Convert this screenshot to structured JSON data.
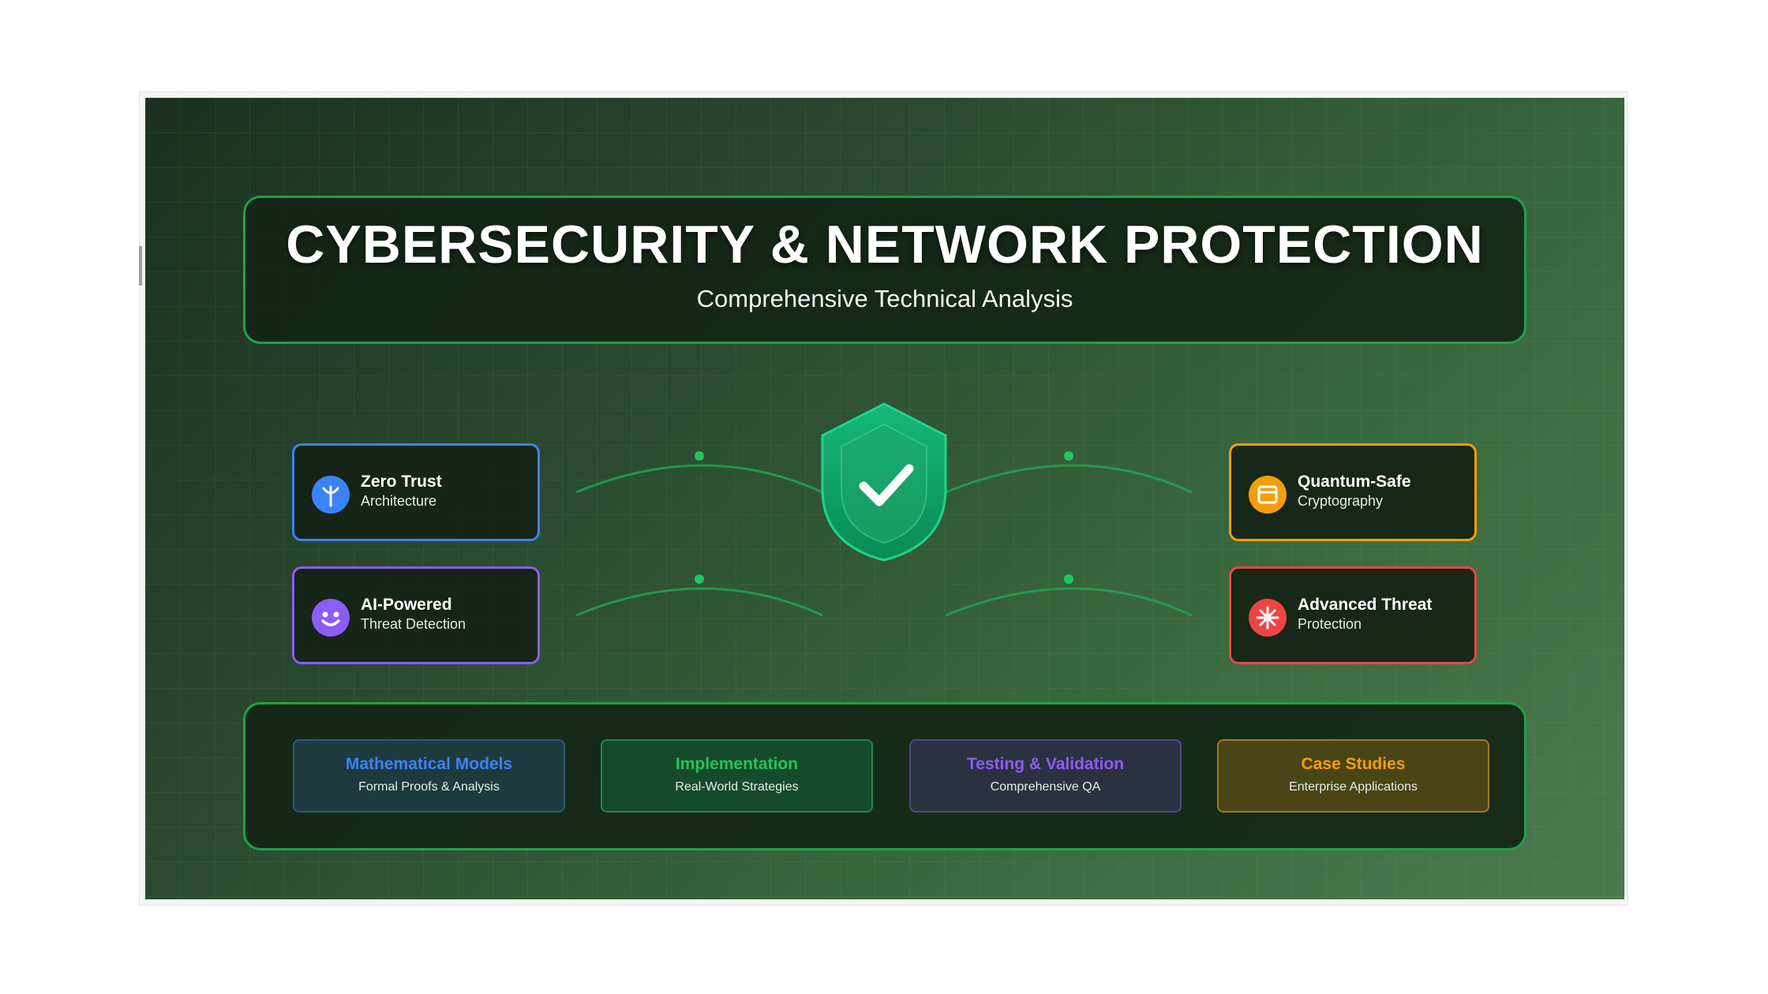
{
  "slide": {
    "title": "CYBERSECURITY & NETWORK PROTECTION",
    "subtitle": "Comprehensive Technical Analysis"
  },
  "center": {
    "icon": "shield-check-icon"
  },
  "features": [
    {
      "title": "Zero Trust",
      "subtitle": "Architecture",
      "icon": "antenna-icon",
      "color": "#3b82f6"
    },
    {
      "title": "AI-Powered",
      "subtitle": "Threat Detection",
      "icon": "smiley-icon",
      "color": "#8b5cf6"
    },
    {
      "title": "Quantum-Safe",
      "subtitle": "Cryptography",
      "icon": "box-icon",
      "color": "#f59e0b"
    },
    {
      "title": "Advanced Threat",
      "subtitle": "Protection",
      "icon": "asterisk-icon",
      "color": "#ef4444"
    }
  ],
  "topics": [
    {
      "title": "Mathematical Models",
      "subtitle": "Formal Proofs & Analysis",
      "color": "#3b82f6"
    },
    {
      "title": "Implementation",
      "subtitle": "Real-World Strategies",
      "color": "#22c55e"
    },
    {
      "title": "Testing & Validation",
      "subtitle": "Comprehensive QA",
      "color": "#8b5cf6"
    },
    {
      "title": "Case Studies",
      "subtitle": "Enterprise Applications",
      "color": "#f59e0b"
    }
  ],
  "accent_color": "#20a04a"
}
